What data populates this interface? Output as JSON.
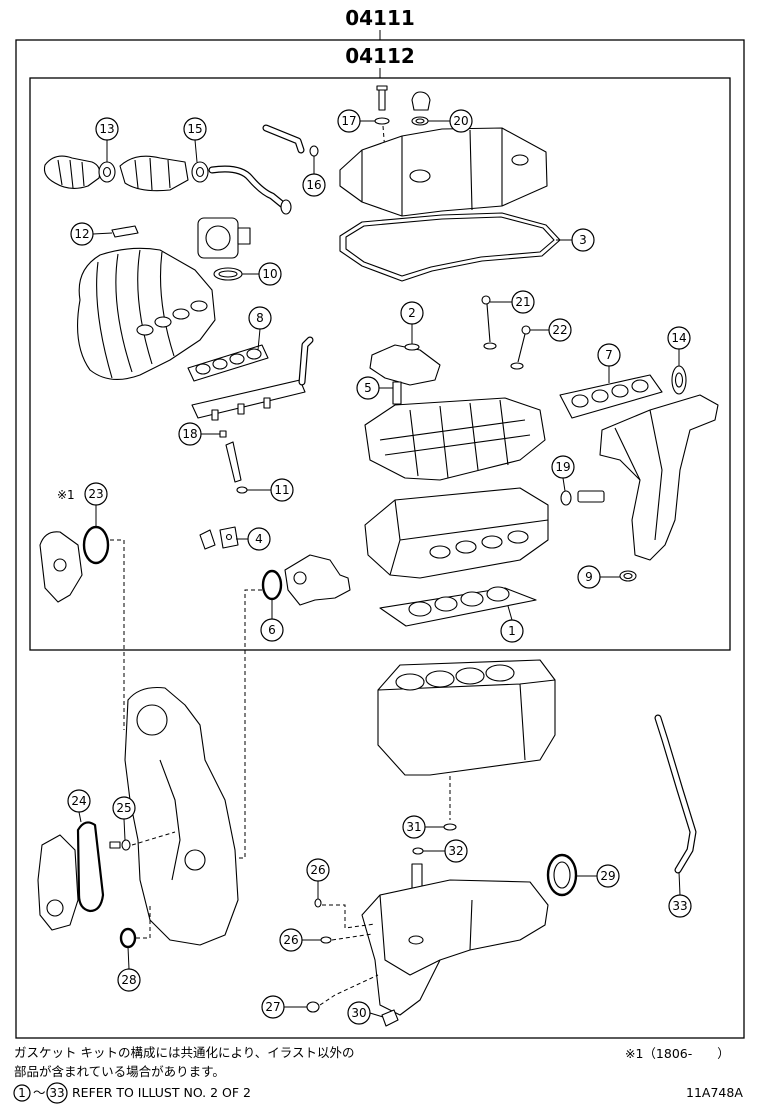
{
  "header": {
    "kit_number": "04111",
    "sub_kit_number": "04112"
  },
  "callouts": [
    "13",
    "15",
    "17",
    "20",
    "16",
    "12",
    "3",
    "10",
    "2",
    "21",
    "22",
    "8",
    "14",
    "7",
    "5",
    "18",
    "19",
    "11",
    "23",
    "4",
    "9",
    "6",
    "1",
    "24",
    "25",
    "31",
    "32",
    "29",
    "26",
    "26",
    "33",
    "28",
    "27",
    "30"
  ],
  "note_marker": "※1",
  "footer": {
    "note_line1": "ガスケット キットの構成には共通化により、イラスト以外の",
    "note_line2": "部品が含まれている場合があります。",
    "applicability": "※1（1806-　　）",
    "range_start": "1",
    "range_sep": "～",
    "range_end": "33",
    "refer_text": "REFER TO ILLUST NO. 2 OF 2",
    "illustration_id": "11A748A"
  }
}
